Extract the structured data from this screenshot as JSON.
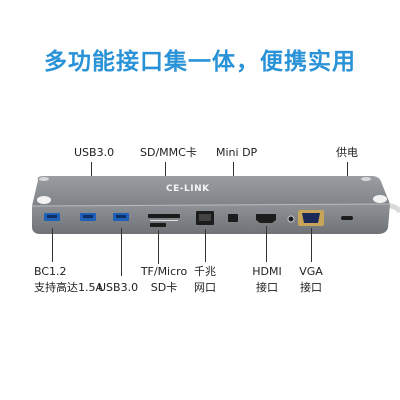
{
  "headline": "多功能接口集一体，便携实用",
  "brand": "CE-LINK",
  "top_labels": {
    "usb30": "USB3.0",
    "sd_mmc": "SD/MMC卡",
    "mini_dp": "Mini DP",
    "power": "供电"
  },
  "bottom_labels": {
    "bc12_line1": "BC1.2",
    "bc12_line2": "支持高达1.5A",
    "usb30": "USB3.0",
    "tf_line1": "TF/Micro",
    "tf_line2": "SD卡",
    "lan_line1": "千兆",
    "lan_line2": "网口",
    "hdmi_line1": "HDMI",
    "hdmi_line2": "接口",
    "vga_line1": "VGA",
    "vga_line2": "接口"
  },
  "colors": {
    "headline": "#2a93d8",
    "body": "#8b8e92",
    "usb_blue": "#1e5fb8"
  }
}
